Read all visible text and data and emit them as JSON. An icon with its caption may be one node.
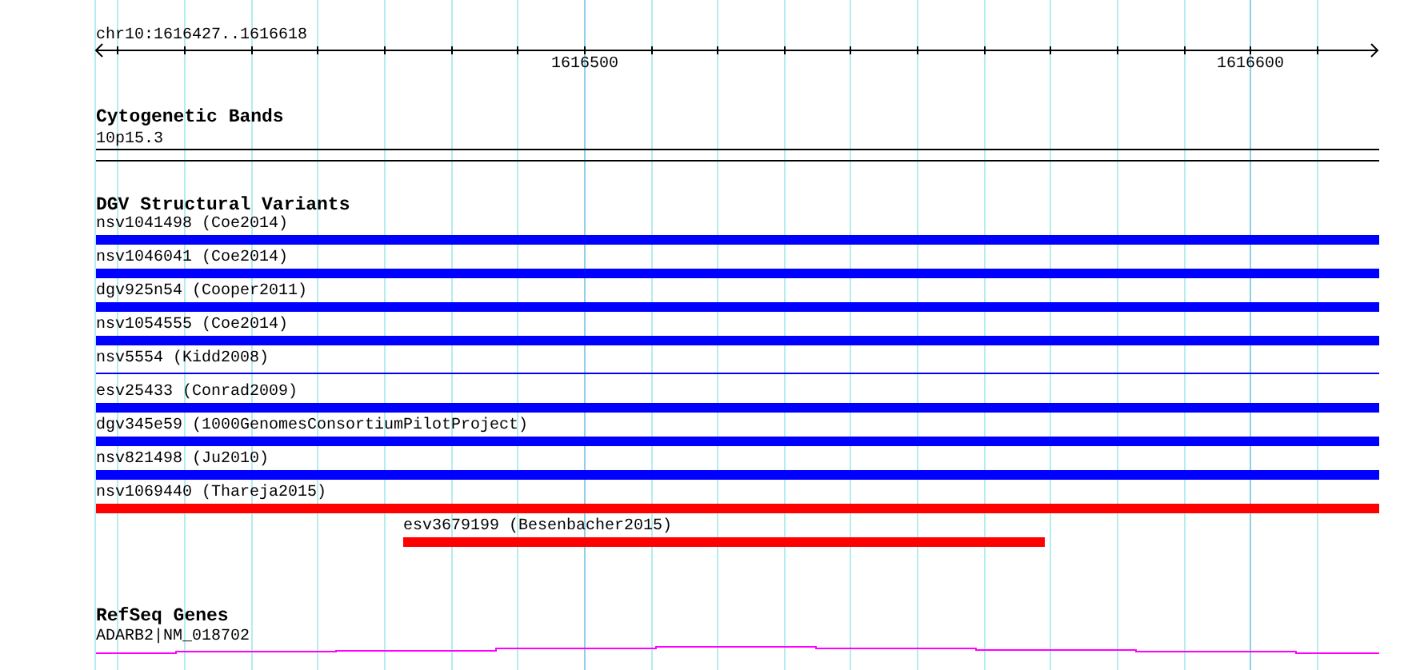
{
  "diagram": {
    "nodes": [
      {
        "text": [
          "10p15.3"
        ]
      },
      {
        "text": [
          "nsv1041498 (Coe2014)"
        ]
      },
      {
        "text": [
          "nsv1046041 (Coe2014)"
        ]
      },
      {
        "text": [
          "dgv925n54 (Cooper2011)"
        ]
      },
      {
        "text": [
          "nsv1054555 (Coe2014)"
        ]
      },
      {
        "text": [
          "nsv5554 (Kidd2008)"
        ]
      },
      {
        "text": [
          "esv25433 (Conrad2009)"
        ]
      },
      {
        "text": [
          "dgv345e59 (1000GenomesConsortiumPilotProject)"
        ]
      },
      {
        "text": [
          "nsv821498 (Ju2010)"
        ]
      },
      {
        "text": [
          "nsv1069440 (Thareja2015)"
        ]
      },
      {
        "text": [
          "esv3679199 (Besenbacher2015)"
        ]
      },
      {
        "text": [
          "ADARB2|NM_018702"
        ]
      }
    ],
    "labels": [
      "chr10:1616427..1616618",
      "1616500",
      "1616600",
      "Cytogenetic Bands",
      "DGV Structural Variants",
      "RefSeq Genes"
    ]
  }
}
